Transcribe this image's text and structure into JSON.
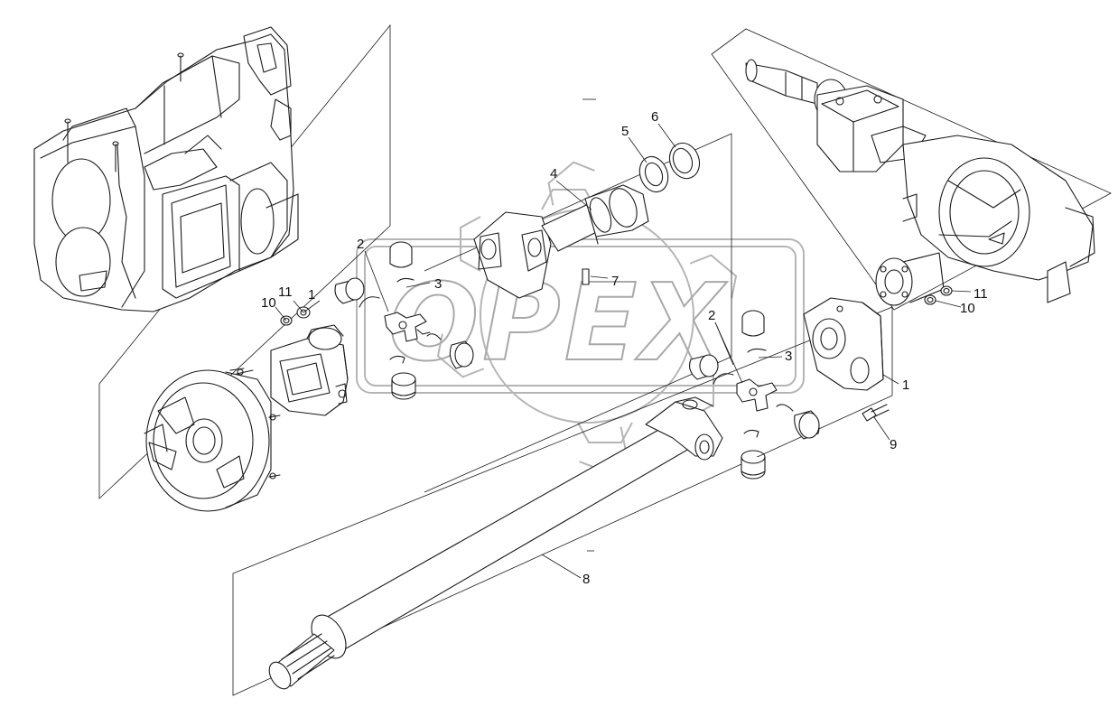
{
  "watermark": {
    "text": "OPEX",
    "color": "#a9a9a9"
  },
  "callouts": [
    {
      "id": "c1a",
      "label": "1"
    },
    {
      "id": "c1b",
      "label": "1"
    },
    {
      "id": "c2a",
      "label": "2"
    },
    {
      "id": "c2b",
      "label": "2"
    },
    {
      "id": "c3a",
      "label": "3"
    },
    {
      "id": "c3b",
      "label": "3"
    },
    {
      "id": "c4",
      "label": "4"
    },
    {
      "id": "c5",
      "label": "5"
    },
    {
      "id": "c6",
      "label": "6"
    },
    {
      "id": "c7",
      "label": "7"
    },
    {
      "id": "c8",
      "label": "8"
    },
    {
      "id": "c9",
      "label": "9"
    },
    {
      "id": "c10a",
      "label": "10"
    },
    {
      "id": "c10b",
      "label": "10"
    },
    {
      "id": "c11a",
      "label": "11"
    },
    {
      "id": "c11b",
      "label": "11"
    }
  ],
  "colors": {
    "line": "#1a1a1a",
    "background": "#ffffff",
    "watermark": "#b5b5b5"
  }
}
